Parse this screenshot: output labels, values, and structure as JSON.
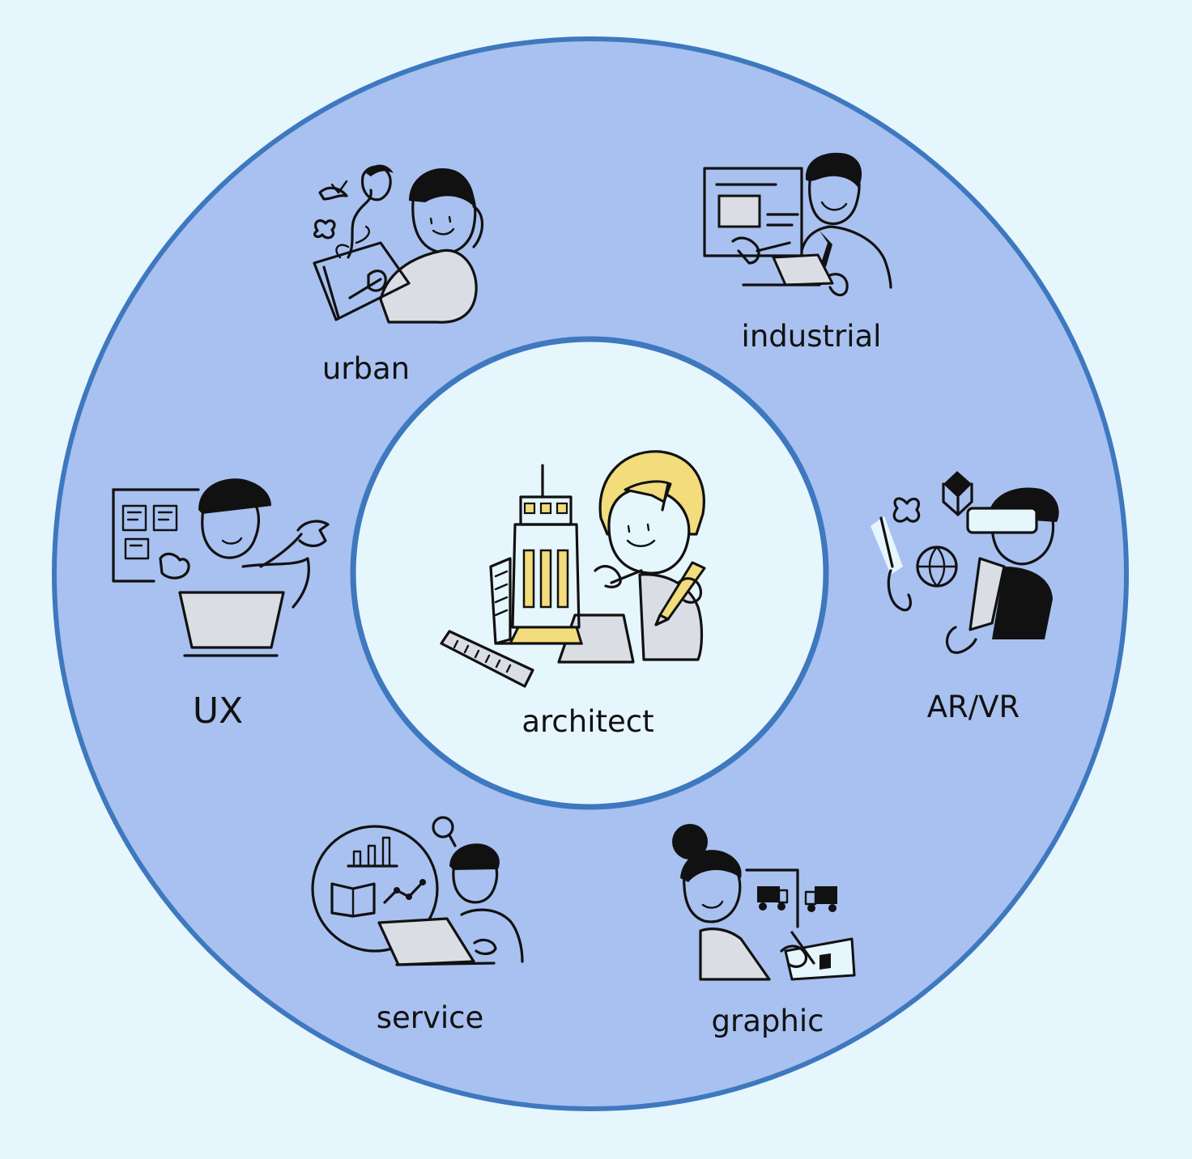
{
  "diagram": {
    "center": {
      "label": "architect"
    },
    "roles": [
      {
        "id": "urban",
        "label": "urban"
      },
      {
        "id": "industrial",
        "label": "industrial"
      },
      {
        "id": "ux",
        "label": "UX"
      },
      {
        "id": "arvr",
        "label": "AR/VR"
      },
      {
        "id": "service",
        "label": "service"
      },
      {
        "id": "graphic",
        "label": "graphic"
      }
    ]
  },
  "colors": {
    "background": "#E6F6FD",
    "outer_ring_fill": "#A8C1F0",
    "ring_stroke": "#3E78BF",
    "inner_fill": "#E6F6FD",
    "accent_yellow": "#F2DC7C",
    "ink": "#111111",
    "screen_fill": "#DADDE3"
  }
}
